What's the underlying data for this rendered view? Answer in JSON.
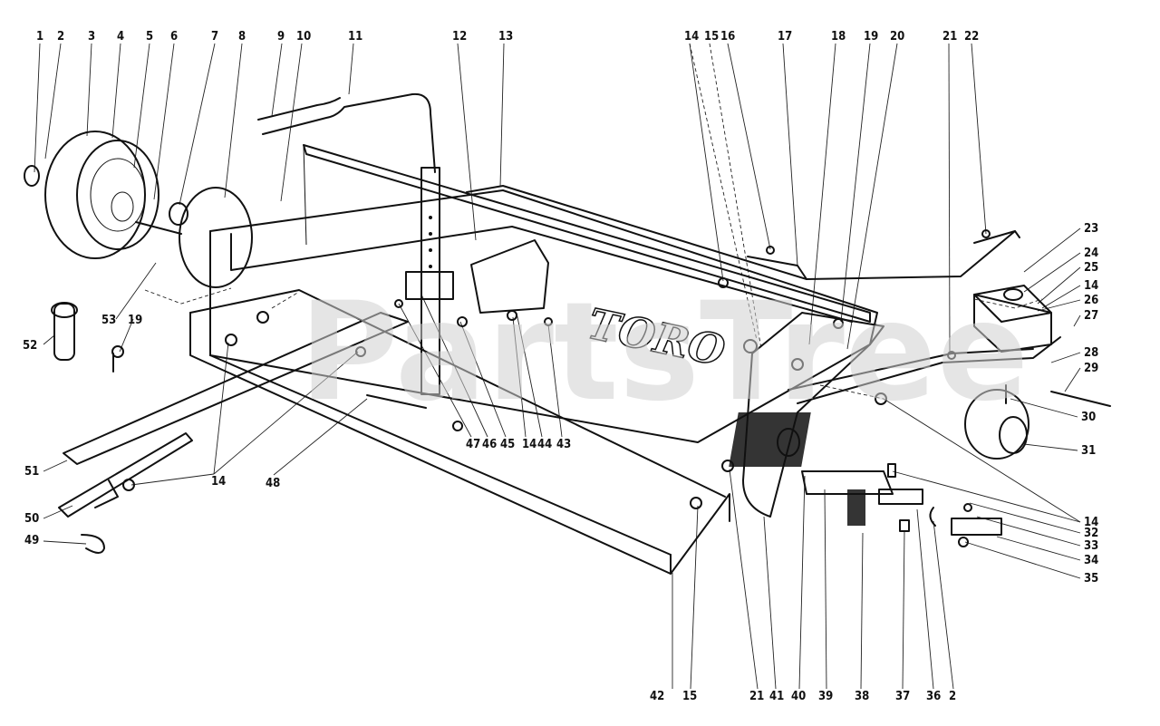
{
  "watermark": "PartsTree",
  "brand": "TORO",
  "callouts": [
    {
      "id": "c1",
      "text": "1"
    },
    {
      "id": "c2",
      "text": "2"
    },
    {
      "id": "c3",
      "text": "3"
    },
    {
      "id": "c4",
      "text": "4"
    },
    {
      "id": "c5",
      "text": "5"
    },
    {
      "id": "c6",
      "text": "6"
    },
    {
      "id": "c7",
      "text": "7"
    },
    {
      "id": "c8",
      "text": "8"
    },
    {
      "id": "c9",
      "text": "9"
    },
    {
      "id": "c10",
      "text": "10"
    },
    {
      "id": "c11",
      "text": "11"
    },
    {
      "id": "c12",
      "text": "12"
    },
    {
      "id": "c13",
      "text": "13"
    },
    {
      "id": "c14a",
      "text": "14"
    },
    {
      "id": "c15a",
      "text": "15"
    },
    {
      "id": "c16",
      "text": "16"
    },
    {
      "id": "c17",
      "text": "17"
    },
    {
      "id": "c18",
      "text": "18"
    },
    {
      "id": "c19a",
      "text": "19"
    },
    {
      "id": "c20",
      "text": "20"
    },
    {
      "id": "c21a",
      "text": "21"
    },
    {
      "id": "c22",
      "text": "22"
    },
    {
      "id": "c23",
      "text": "23"
    },
    {
      "id": "c24",
      "text": "24"
    },
    {
      "id": "c25",
      "text": "25"
    },
    {
      "id": "c14b",
      "text": "14"
    },
    {
      "id": "c26",
      "text": "26"
    },
    {
      "id": "c27",
      "text": "27"
    },
    {
      "id": "c28",
      "text": "28"
    },
    {
      "id": "c29",
      "text": "29"
    },
    {
      "id": "c30",
      "text": "30"
    },
    {
      "id": "c31",
      "text": "31"
    },
    {
      "id": "c14c",
      "text": "14"
    },
    {
      "id": "c32",
      "text": "32"
    },
    {
      "id": "c33",
      "text": "33"
    },
    {
      "id": "c34",
      "text": "34"
    },
    {
      "id": "c35",
      "text": "35"
    },
    {
      "id": "c52",
      "text": "52"
    },
    {
      "id": "c53",
      "text": "53"
    },
    {
      "id": "c19b",
      "text": "19"
    },
    {
      "id": "c51",
      "text": "51"
    },
    {
      "id": "c14d",
      "text": "14"
    },
    {
      "id": "c48",
      "text": "48"
    },
    {
      "id": "c47",
      "text": "47"
    },
    {
      "id": "c46",
      "text": "46"
    },
    {
      "id": "c45",
      "text": "45"
    },
    {
      "id": "c14e",
      "text": "14"
    },
    {
      "id": "c44",
      "text": "44"
    },
    {
      "id": "c43",
      "text": "43"
    },
    {
      "id": "c50",
      "text": "50"
    },
    {
      "id": "c49",
      "text": "49"
    },
    {
      "id": "c42",
      "text": "42"
    },
    {
      "id": "c15b",
      "text": "15"
    },
    {
      "id": "c21b",
      "text": "21"
    },
    {
      "id": "c41",
      "text": "41"
    },
    {
      "id": "c40",
      "text": "40"
    },
    {
      "id": "c39",
      "text": "39"
    },
    {
      "id": "c38",
      "text": "38"
    },
    {
      "id": "c37",
      "text": "37"
    },
    {
      "id": "c36",
      "text": "36"
    },
    {
      "id": "c2b",
      "text": "2"
    }
  ]
}
